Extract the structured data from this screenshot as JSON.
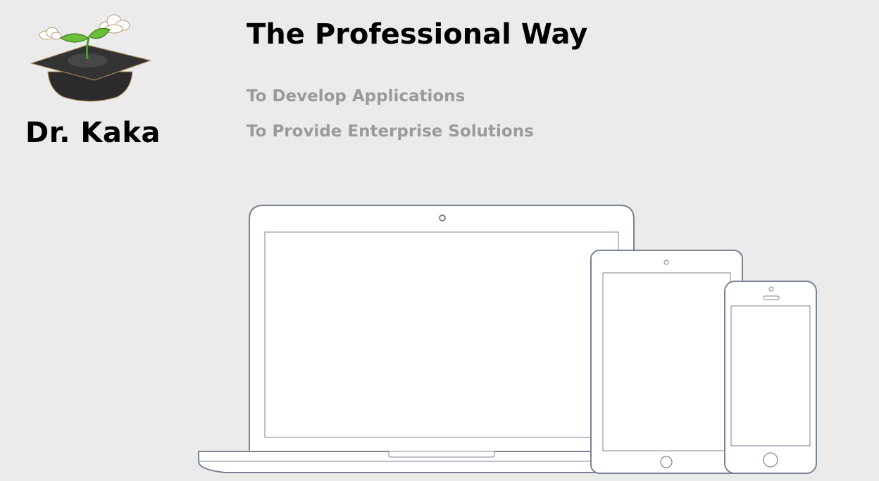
{
  "brand": {
    "name": "Dr. Kaka",
    "logo_icon": "graduation-cap-sprout-icon"
  },
  "hero": {
    "title": "The Professional Way",
    "taglines": [
      "To Develop Applications",
      "To Provide Enterprise Solutions"
    ]
  },
  "devices": [
    "laptop-icon",
    "tablet-icon",
    "phone-icon"
  ],
  "colors": {
    "background": "#ebebeb",
    "title": "#000000",
    "tagline": "#9a9a9a",
    "device_outline": "#7a8394",
    "device_fill": "#ffffff",
    "cap": "#2b2b2b",
    "leaf": "#6cbf3a"
  }
}
